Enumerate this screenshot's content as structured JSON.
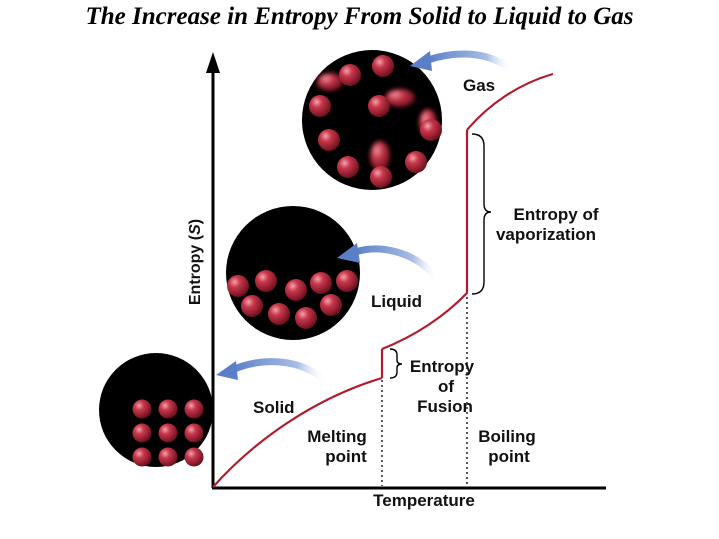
{
  "title": "The Increase in Entropy From Solid to Liquid to Gas",
  "axes": {
    "y_label_prefix": "Entropy (",
    "y_label_symbol": "S",
    "y_label_suffix": ")",
    "x_label": "Temperature"
  },
  "phases": {
    "solid": "Solid",
    "liquid": "Liquid",
    "gas": "Gas"
  },
  "markers": {
    "melting_line1": "Melting",
    "melting_line2": "point",
    "boiling_line1": "Boiling",
    "boiling_line2": "point"
  },
  "brackets": {
    "fusion_line1": "Entropy",
    "fusion_line2": "of",
    "fusion_line3": "Fusion",
    "vaporization_line1": "Entropy of",
    "vaporization_line2": "vaporization"
  },
  "colors": {
    "curve": "#b01c2e",
    "arrow": "#6f8fcf",
    "particle": "#b8283c",
    "circle_bg": "#000000"
  }
}
